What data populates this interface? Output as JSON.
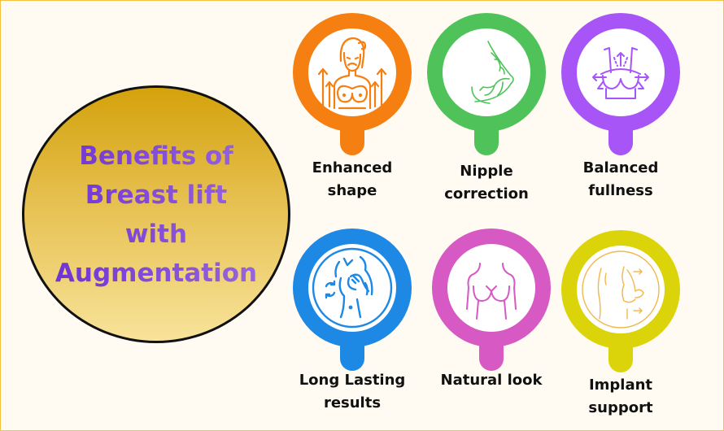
{
  "title": {
    "lines": [
      "Benefits of",
      "Breast lift",
      "with",
      "Augmentation"
    ]
  },
  "benefits": [
    {
      "label_lines": [
        "Enhanced",
        "shape"
      ],
      "color": "#f57f11",
      "icon": "woman-lift-arrows-icon"
    },
    {
      "label_lines": [
        "Nipple",
        "correction"
      ],
      "color": "#4fc35a",
      "icon": "breast-profile-icon"
    },
    {
      "label_lines": [
        "Balanced",
        "fullness"
      ],
      "color": "#a855f7",
      "icon": "bra-arrows-icon"
    },
    {
      "label_lines": [
        "Long Lasting",
        "results"
      ],
      "color": "#1e88e5",
      "icon": "body-refresh-icon"
    },
    {
      "label_lines": [
        "Natural look"
      ],
      "color": "#d659c4",
      "icon": "torso-icon"
    },
    {
      "label_lines": [
        "Implant",
        "support"
      ],
      "color": "#dcd40a",
      "icon": "breast-side-arrows-icon"
    }
  ],
  "colors": {
    "background": "#fffbf2",
    "border": "#f5c240",
    "title_purple": "#7b3fd6",
    "gold_top": "#d4a20c",
    "gold_bottom": "#f8e39a"
  }
}
